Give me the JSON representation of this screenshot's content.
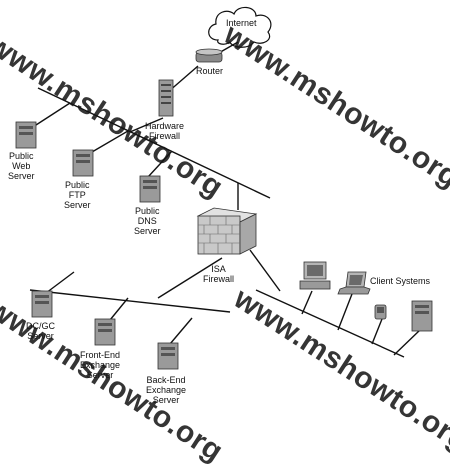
{
  "labels": {
    "internet": "Internet",
    "router": "Router",
    "hardware_firewall": [
      "Hardware",
      "Firewall"
    ],
    "public_web_server": [
      "Public",
      "Web",
      "Server"
    ],
    "public_ftp_server": [
      "Public",
      "FTP",
      "Server"
    ],
    "public_dns_server": [
      "Public",
      "DNS",
      "Server"
    ],
    "isa_firewall": [
      "ISA",
      "Firewall"
    ],
    "client_systems": "Client Systems",
    "dc_gc_server": [
      "DC/GC",
      "Server"
    ],
    "front_end_exchange_server": [
      "Front-End",
      "Exchange",
      "Server"
    ],
    "back_end_exchange_server": [
      "Back-End",
      "Exchange",
      "Server"
    ]
  },
  "watermark": "www.mshowto.org",
  "colors": {
    "line": "#111111",
    "device_body": "#9a9a9a",
    "device_dark": "#555555",
    "brick": "#c9c9c9",
    "cloud": "#ffffff",
    "watermark": "#1a1a1a"
  }
}
